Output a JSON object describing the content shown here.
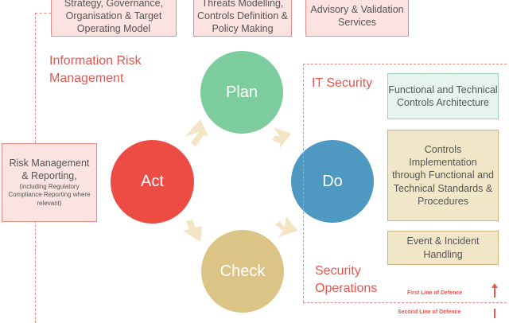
{
  "top_boxes": [
    {
      "text": "Strategy, Governance, Organisation & Target Operating Model"
    },
    {
      "text": "Threats Modelling, Controls Definition & Policy Making"
    },
    {
      "text": "Advisory & Validation Services"
    }
  ],
  "info_risk_heading": "Information Risk Management",
  "risk_box": {
    "title": "Risk Management & Reporting,",
    "note": "(including Regulatory Compliance Reporting where relevant)"
  },
  "cycle": {
    "plan": "Plan",
    "do": "Do",
    "check": "Check",
    "act": "Act"
  },
  "it_security_heading": "IT Security",
  "right_boxes": [
    {
      "text": "Functional and Technical Controls Architecture"
    },
    {
      "text": "Controls Implementation through Functional and Technical Standards & Procedures"
    },
    {
      "text": "Event & Incident Handling"
    }
  ],
  "security_ops_heading": "Security Operations",
  "defence": {
    "first": "First Line of Defence",
    "second": "Second Line of Defence"
  },
  "colors": {
    "plan": "#7ccc9d",
    "do": "#4f98c2",
    "check": "#dcc486",
    "act": "#ec4c44",
    "arrow": "#f2e4c4",
    "accent": "#e8554d"
  }
}
